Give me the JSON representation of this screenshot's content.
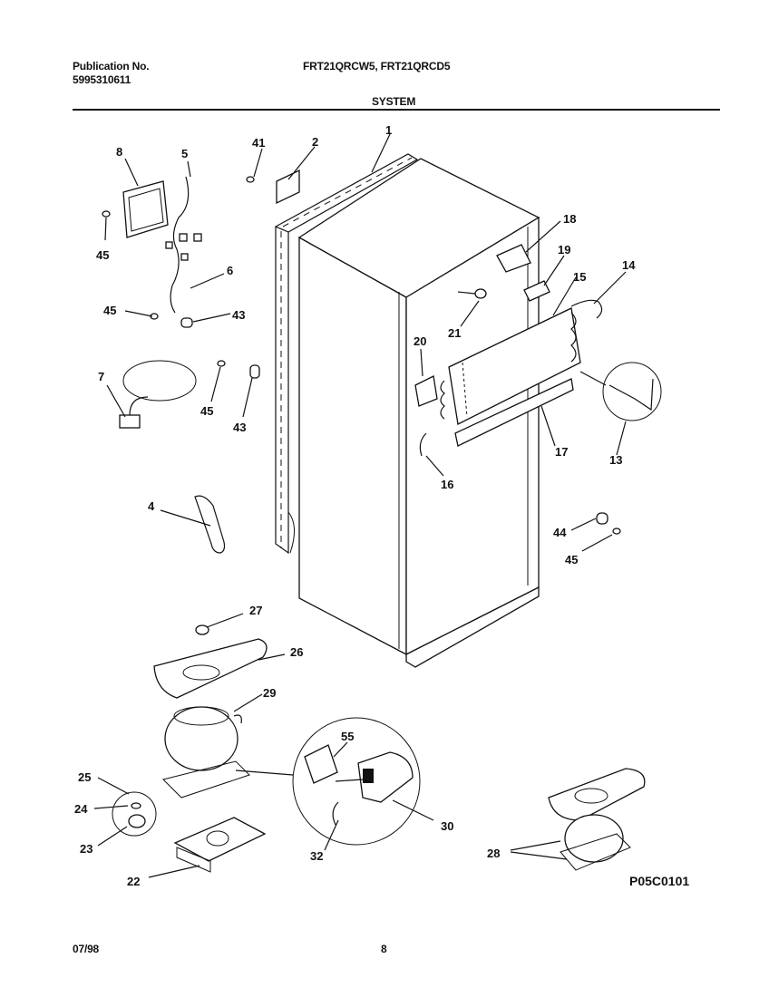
{
  "header": {
    "publication_label": "Publication No.",
    "publication_number": "5995310611",
    "models": "FRT21QRCW5, FRT21QRCD5",
    "section_title": "SYSTEM"
  },
  "diagram": {
    "figure_id": "P05C0101",
    "callouts": {
      "c1": "1",
      "c2": "2",
      "c4": "4",
      "c5": "5",
      "c6": "6",
      "c7": "7",
      "c8": "8",
      "c13": "13",
      "c14": "14",
      "c15": "15",
      "c16": "16",
      "c17": "17",
      "c18": "18",
      "c19": "19",
      "c20": "20",
      "c21": "21",
      "c22": "22",
      "c23": "23",
      "c24": "24",
      "c25": "25",
      "c26": "26",
      "c27": "27",
      "c28": "28",
      "c29": "29",
      "c30": "30",
      "c32": "32",
      "c41": "41",
      "c43a": "43",
      "c43b": "43",
      "c44": "44",
      "c45a": "45",
      "c45b": "45",
      "c45c": "45",
      "c45d": "45",
      "c55": "55"
    }
  },
  "footer": {
    "date": "07/98",
    "page": "8"
  }
}
